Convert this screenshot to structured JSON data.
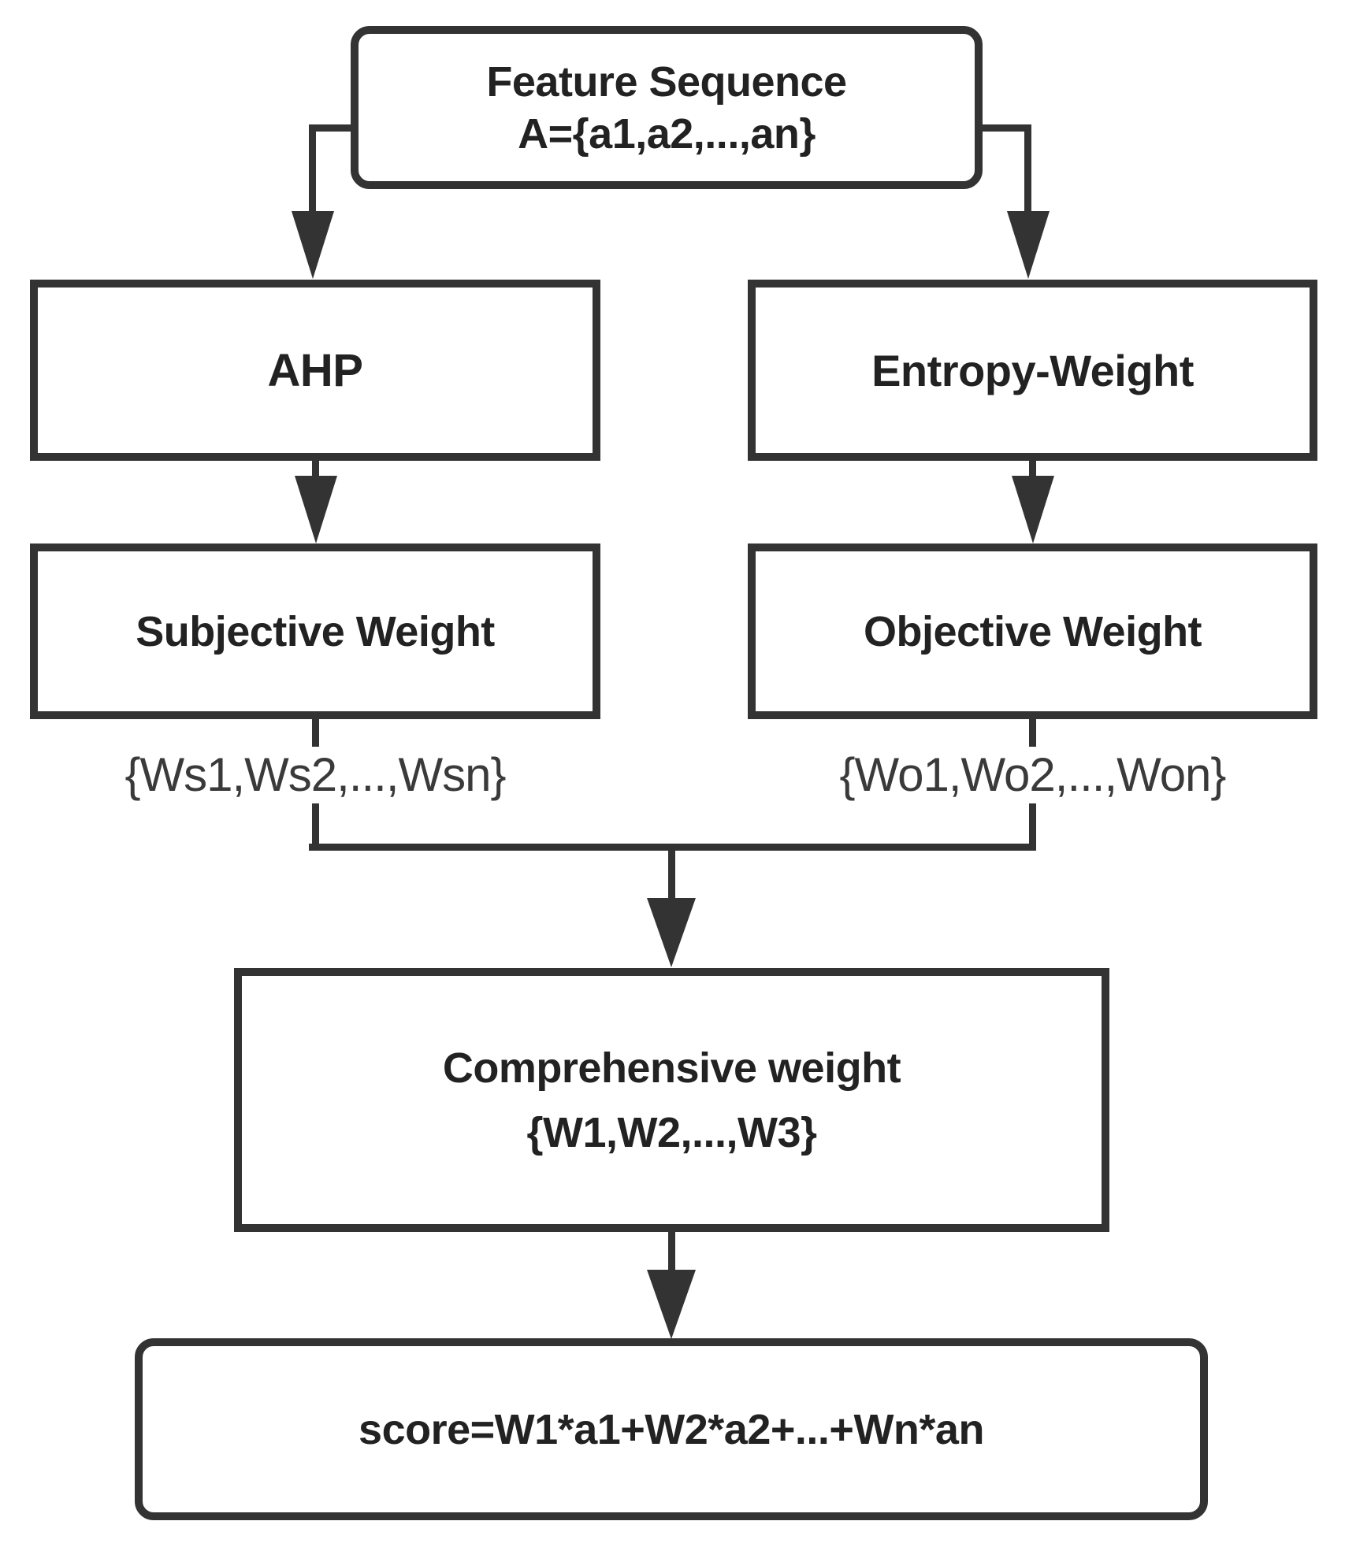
{
  "diagram": {
    "title": "AHP and Entropy-Weight comprehensive weighting flowchart",
    "nodes": {
      "feature": {
        "line1": "Feature Sequence",
        "line2": "A={a1,a2,...,an}"
      },
      "ahp": {
        "label": "AHP"
      },
      "entropy": {
        "label": "Entropy-Weight"
      },
      "subjective": {
        "label": "Subjective Weight"
      },
      "objective": {
        "label": "Objective Weight"
      },
      "subjective_set": {
        "label": "{Ws1,Ws2,...,Wsn}"
      },
      "objective_set": {
        "label": "{Wo1,Wo2,...,Won}"
      },
      "comprehensive": {
        "line1": "Comprehensive weight",
        "line2": "{W1,W2,...,W3}"
      },
      "score": {
        "label": "score=W1*a1+W2*a2+...+Wn*an"
      }
    },
    "edges": [
      "feature -> ahp",
      "feature -> entropy",
      "ahp -> subjective",
      "entropy -> objective",
      "subjective -> subjective_set",
      "objective -> objective_set",
      "subjective_set + objective_set -> comprehensive",
      "comprehensive -> score"
    ],
    "colors": {
      "line": "#333333",
      "text": "#222222",
      "set_label": "#3a3a3a",
      "background": "#ffffff"
    }
  }
}
